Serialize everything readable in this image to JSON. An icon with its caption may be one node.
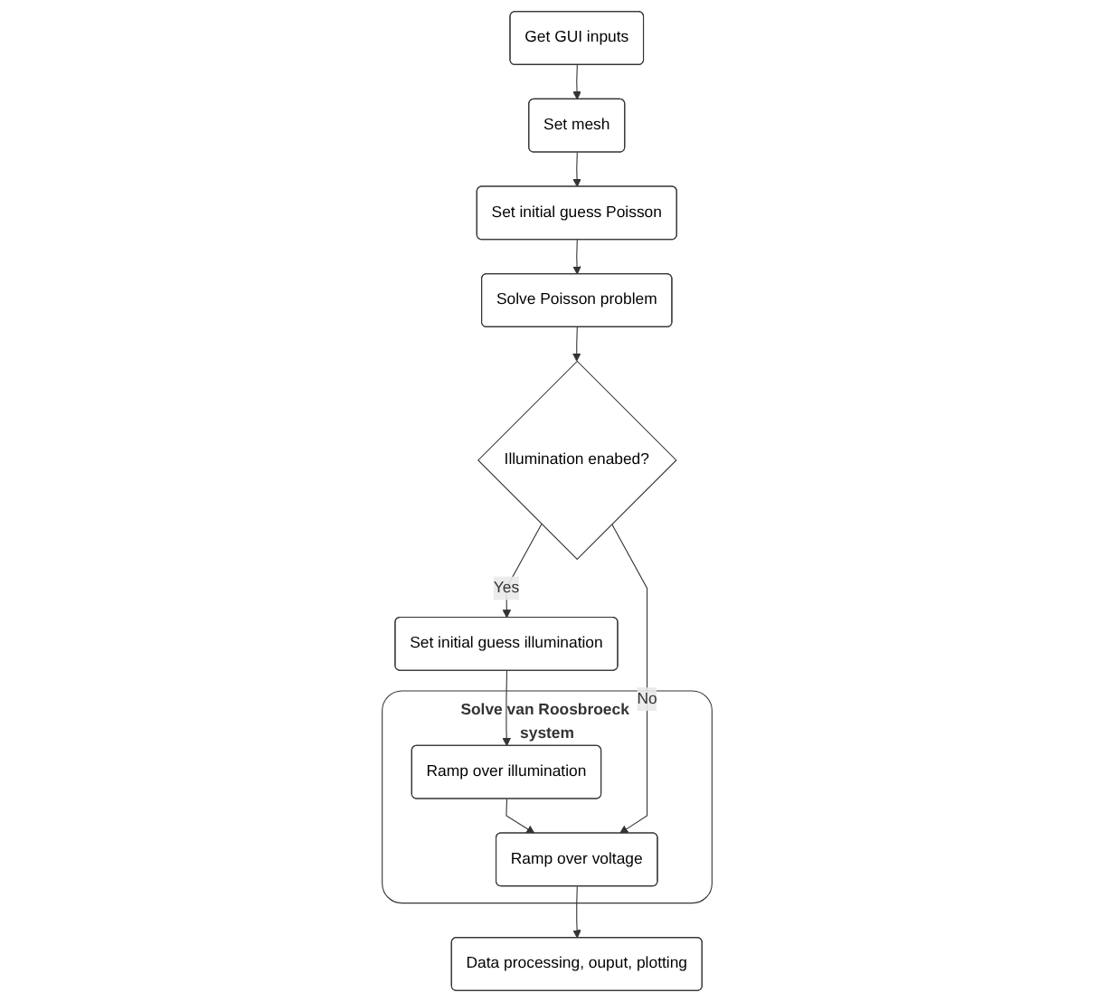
{
  "diagram": {
    "nodes": [
      {
        "text": [
          "Get GUI inputs"
        ]
      },
      {
        "text": [
          "Set mesh"
        ]
      },
      {
        "text": [
          "Set initial guess Poisson"
        ]
      },
      {
        "text": [
          "Solve Poisson problem"
        ]
      },
      {
        "text": [
          "Illumination enabed?"
        ]
      },
      {
        "text": [
          "Set initial guess illumination"
        ]
      },
      {
        "text": [
          "Solve van Roosbroeck system"
        ]
      },
      {
        "text": [
          "Ramp over illumination"
        ],
        "in": 6
      },
      {
        "text": [
          "Ramp over voltage"
        ],
        "in": 6
      },
      {
        "text": [
          "Data processing, ouput, plotting"
        ]
      }
    ],
    "edges": [
      {
        "from": 0,
        "to": 1,
        "arrow": "to"
      },
      {
        "from": 1,
        "to": 2,
        "arrow": "to"
      },
      {
        "from": 2,
        "to": 3,
        "arrow": "to"
      },
      {
        "from": 3,
        "to": 4,
        "arrow": "to"
      },
      {
        "from": 4,
        "to": 5,
        "arrow": "to",
        "label": "Yes"
      },
      {
        "from": 5,
        "to": 7,
        "arrow": "to"
      },
      {
        "from": 7,
        "to": 8,
        "arrow": "to"
      },
      {
        "from": 4,
        "to": 8,
        "arrow": "to",
        "label": "No"
      },
      {
        "from": 8,
        "to": 9,
        "arrow": "to"
      }
    ]
  }
}
